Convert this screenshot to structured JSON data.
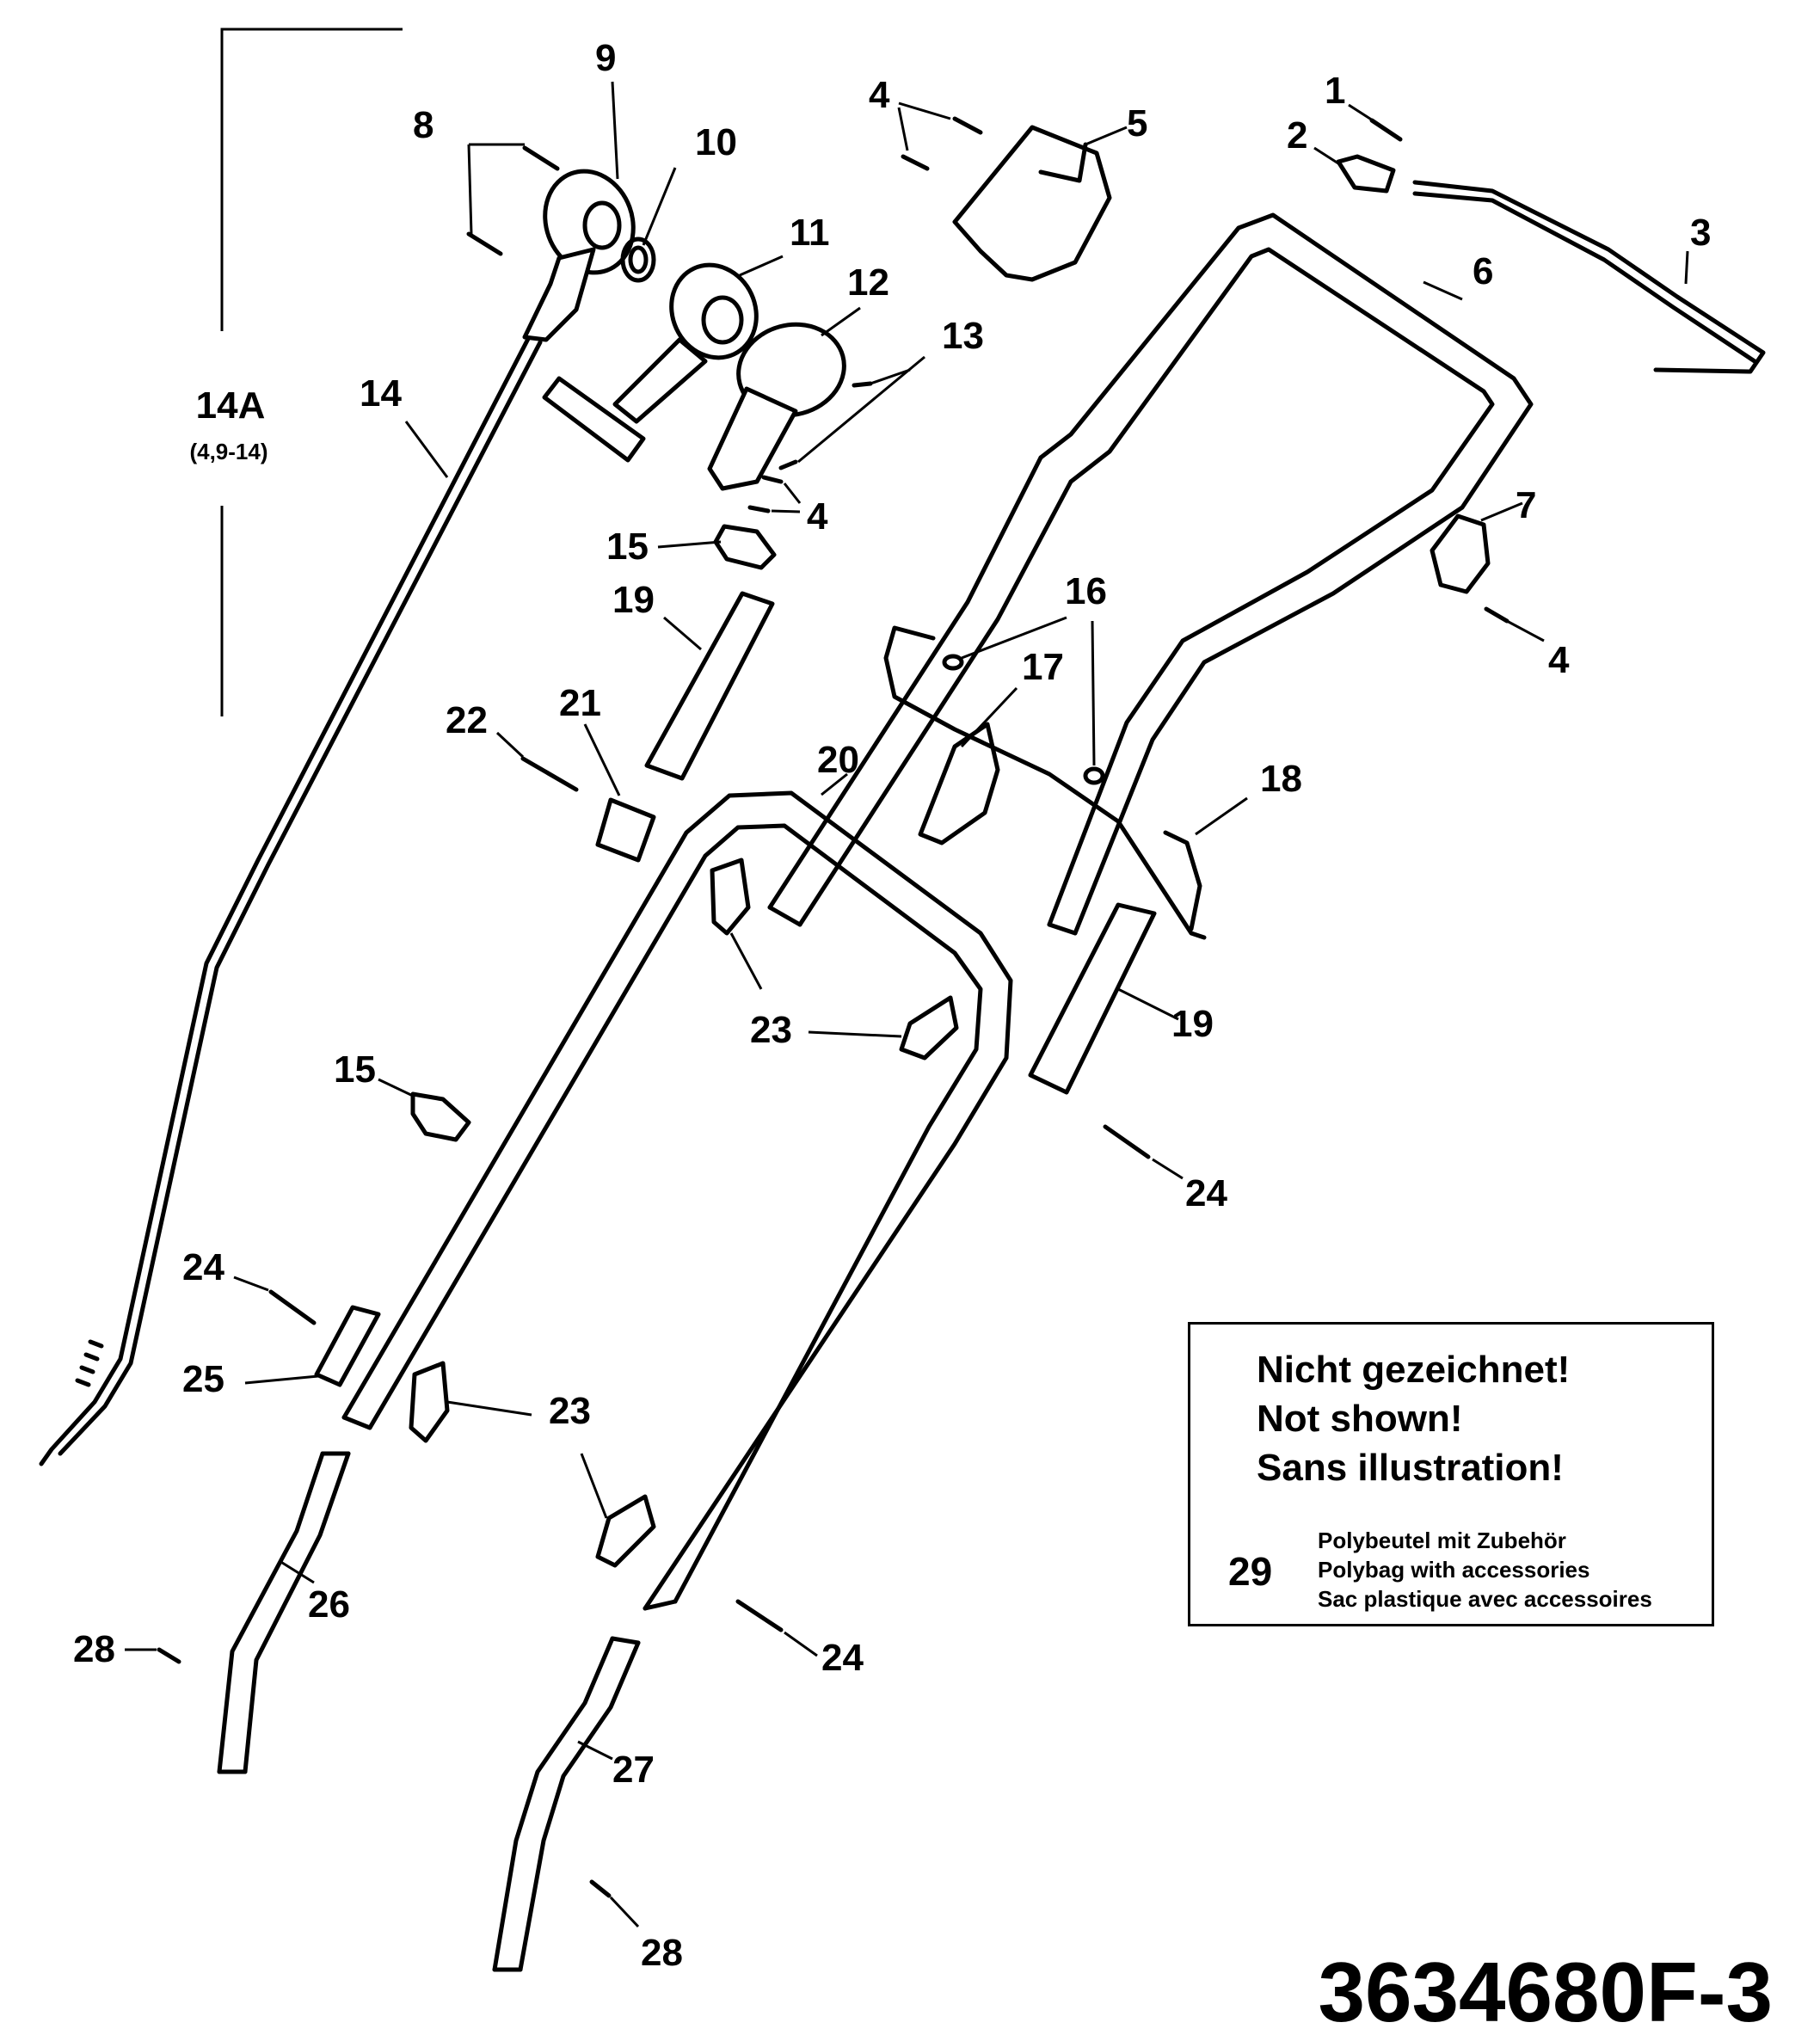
{
  "callouts": {
    "n1": "1",
    "n2": "2",
    "n3": "3",
    "n4": "4",
    "n5": "5",
    "n6": "6",
    "n7": "7",
    "n8": "8",
    "n9": "9",
    "n10": "10",
    "n11": "11",
    "n12": "12",
    "n13": "13",
    "n14": "14",
    "n15": "15",
    "n16": "16",
    "n17": "17",
    "n18": "18",
    "n19": "19",
    "n20": "20",
    "n21": "21",
    "n22": "22",
    "n23": "23",
    "n24": "24",
    "n25": "25",
    "n26": "26",
    "n27": "27",
    "n28": "28"
  },
  "assembly": {
    "label": "14A",
    "contents": "(4,9-14)"
  },
  "note": {
    "lines": [
      "Nicht gezeichnet!",
      "Not shown!",
      "Sans illustration!"
    ],
    "item_number": "29",
    "item_desc": [
      "Polybeutel mit Zubehör",
      "Polybag with accessories",
      "Sac plastique avec accessoires"
    ]
  },
  "drawing_number": "3634680F-3"
}
